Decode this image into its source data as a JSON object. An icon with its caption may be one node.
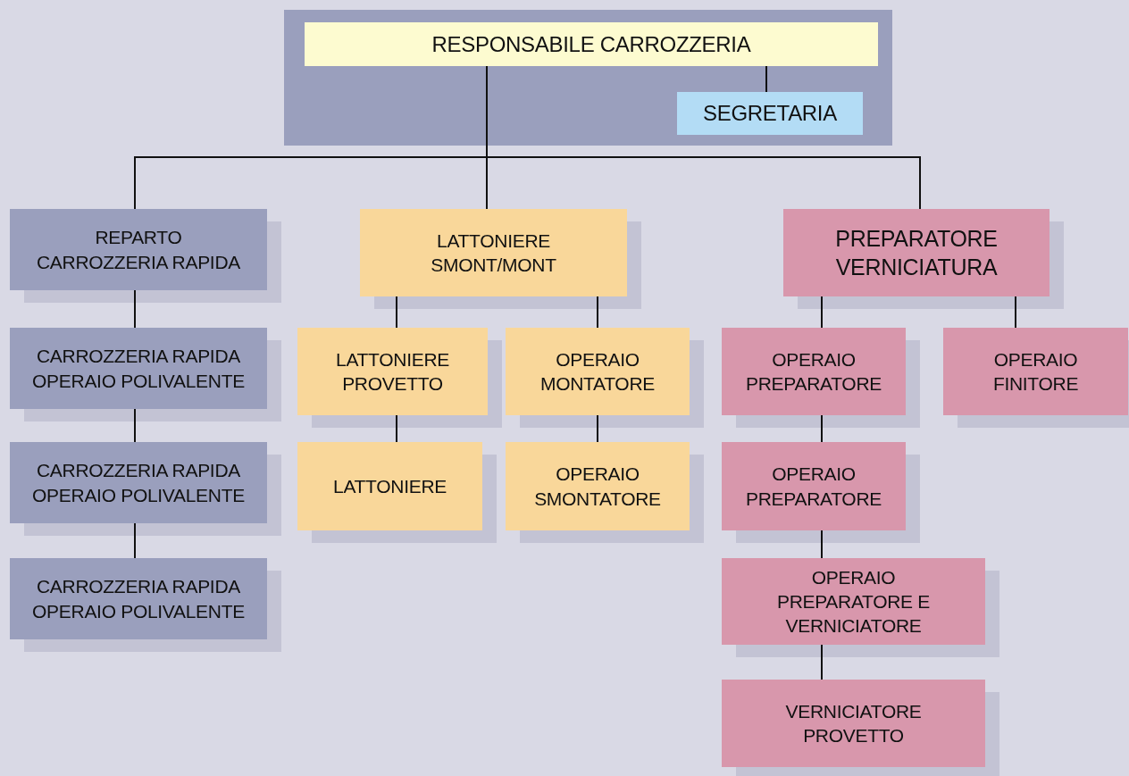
{
  "diagram": {
    "nodes": [
      {
        "text": [],
        "shape": "box"
      },
      {
        "text": [
          "RESPONSABILE CARROZZERIA"
        ],
        "in": 0
      },
      {
        "text": [
          "SEGRETARIA"
        ],
        "in": 0
      },
      {
        "text": [
          "REPARTO CARROZZERIA RAPIDA"
        ]
      },
      {
        "text": [
          "CARROZZERIA RAPIDA OPERAIO POLIVALENTE"
        ]
      },
      {
        "text": [
          "CARROZZERIA RAPIDA OPERAIO POLIVALENTE"
        ]
      },
      {
        "text": [
          "CARROZZERIA RAPIDA OPERAIO POLIVALENTE"
        ]
      },
      {
        "text": [
          "LATTONIERE SMONT/MONT"
        ]
      },
      {
        "text": [
          "LATTONIERE PROVETTO"
        ]
      },
      {
        "text": [
          "OPERAIO MONTATORE"
        ]
      },
      {
        "text": [
          "LATTONIERE"
        ]
      },
      {
        "text": [
          "OPERAIO SMONTATORE"
        ]
      },
      {
        "text": [
          "PREPARATORE VERNICIATURA"
        ]
      },
      {
        "text": [
          "OPERAIO PREPARATORE"
        ]
      },
      {
        "text": [
          "OPERAIO FINITORE"
        ]
      },
      {
        "text": [
          "OPERAIO PREPARATORE"
        ]
      },
      {
        "text": [
          "OPERAIO PREPARATORE E VERNICIATORE"
        ]
      },
      {
        "text": [
          "VERNICIATORE PROVETTO"
        ]
      }
    ],
    "edges": [
      {
        "from": 1,
        "to": 2,
        "arrow": "none"
      },
      {
        "from": 1,
        "to": 3,
        "arrow": "none"
      },
      {
        "from": 1,
        "to": 7,
        "arrow": "none"
      },
      {
        "from": 1,
        "to": 12,
        "arrow": "none"
      },
      {
        "from": 3,
        "to": 4,
        "arrow": "none"
      },
      {
        "from": 4,
        "to": 5,
        "arrow": "none"
      },
      {
        "from": 5,
        "to": 6,
        "arrow": "none"
      },
      {
        "from": 7,
        "to": 8,
        "arrow": "none"
      },
      {
        "from": 7,
        "to": 9,
        "arrow": "none"
      },
      {
        "from": 8,
        "to": 10,
        "arrow": "none"
      },
      {
        "from": 9,
        "to": 11,
        "arrow": "none"
      },
      {
        "from": 12,
        "to": 13,
        "arrow": "none"
      },
      {
        "from": 12,
        "to": 14,
        "arrow": "none"
      },
      {
        "from": 13,
        "to": 15,
        "arrow": "none"
      },
      {
        "from": 15,
        "to": 16,
        "arrow": "none"
      },
      {
        "from": 16,
        "to": 17,
        "arrow": "none"
      }
    ]
  }
}
